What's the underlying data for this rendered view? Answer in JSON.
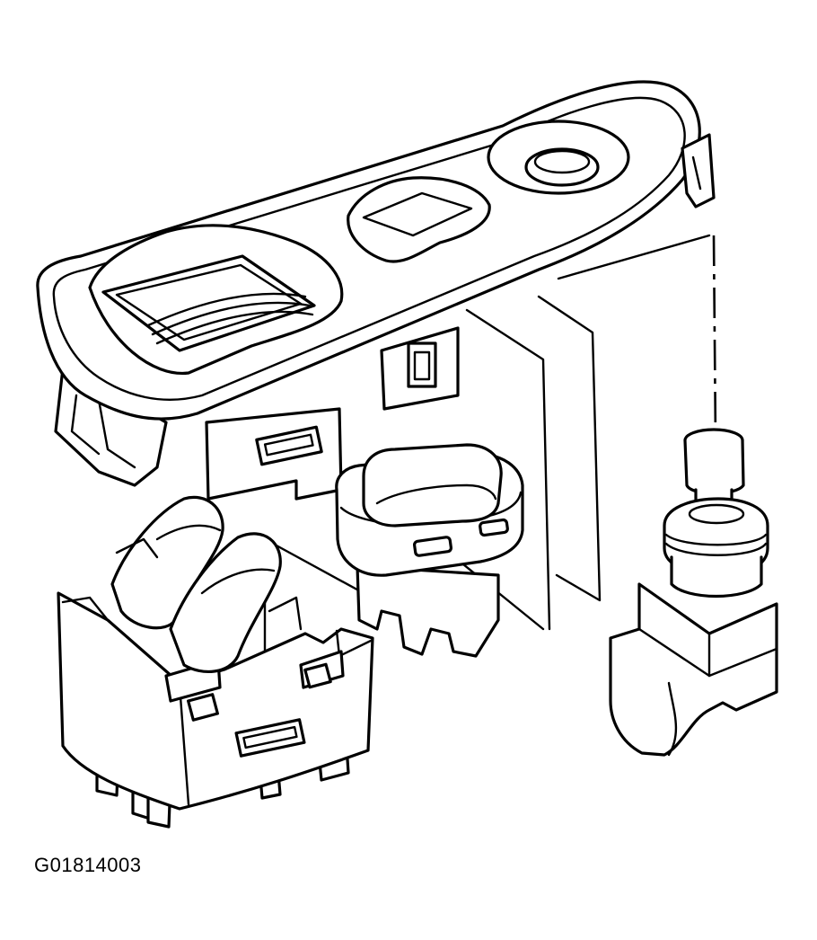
{
  "figure": {
    "code": "G01814003"
  },
  "parts": [
    {
      "name": "switch-bezel",
      "label": ""
    },
    {
      "name": "window-switch",
      "label": ""
    },
    {
      "name": "lock-switch",
      "label": ""
    },
    {
      "name": "mirror-switch",
      "label": ""
    },
    {
      "name": "leader-line",
      "label": ""
    }
  ],
  "colors": {
    "line": "#000000",
    "background": "#ffffff"
  }
}
